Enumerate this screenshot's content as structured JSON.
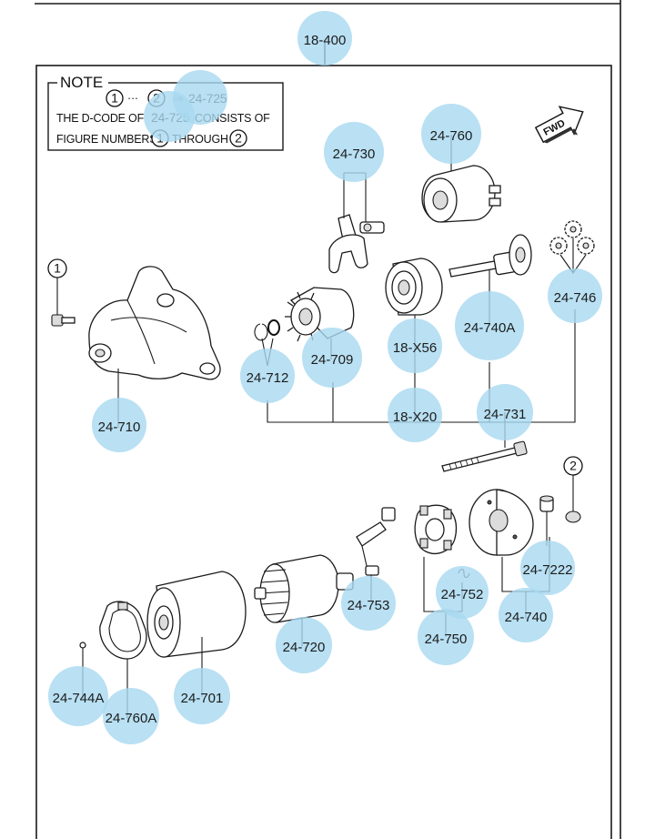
{
  "note": {
    "heading": "NOTE",
    "range_start": "1",
    "range_dots": "···",
    "range_end": "2",
    "arrow": "⇒",
    "range_code": "24-725",
    "line2_prefix": "THE D-CODE OF",
    "line2_code": "24-725",
    "line2_suffix": "CONSISTS OF",
    "line3_prefix": "FIGURE NUMBERS",
    "line3_num_start": "1",
    "line3_mid": "THROUGH",
    "line3_num_end": "2"
  },
  "fwd_label": "FWD",
  "figure_markers": [
    {
      "id": "marker-1",
      "text": "1"
    },
    {
      "id": "marker-2",
      "text": "2"
    }
  ],
  "callouts": [
    {
      "id": "18-400",
      "label": "18-400"
    },
    {
      "id": "24-730",
      "label": "24-730"
    },
    {
      "id": "24-760",
      "label": "24-760"
    },
    {
      "id": "24-746",
      "label": "24-746"
    },
    {
      "id": "24-740A",
      "label": "24-740A"
    },
    {
      "id": "18-X56",
      "label": "18-X56"
    },
    {
      "id": "24-709",
      "label": "24-709"
    },
    {
      "id": "24-712",
      "label": "24-712"
    },
    {
      "id": "24-710",
      "label": "24-710"
    },
    {
      "id": "18-X20",
      "label": "18-X20"
    },
    {
      "id": "24-731",
      "label": "24-731"
    },
    {
      "id": "24-7222",
      "label": "24-7222"
    },
    {
      "id": "24-752",
      "label": "24-752"
    },
    {
      "id": "24-740",
      "label": "24-740"
    },
    {
      "id": "24-753",
      "label": "24-753"
    },
    {
      "id": "24-750",
      "label": "24-750"
    },
    {
      "id": "24-720",
      "label": "24-720"
    },
    {
      "id": "24-701",
      "label": "24-701"
    },
    {
      "id": "24-744A",
      "label": "24-744A"
    },
    {
      "id": "24-760A",
      "label": "24-760A"
    }
  ]
}
